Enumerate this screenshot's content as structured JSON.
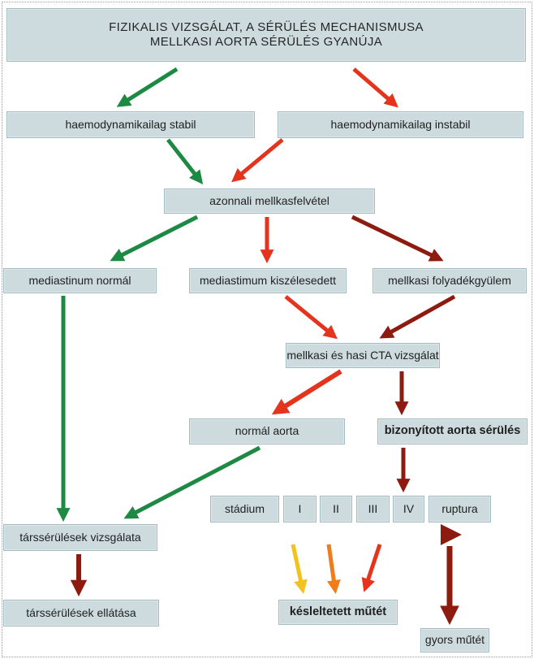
{
  "diagram": {
    "title": {
      "line1": "FIZIKALIS VIZSGÁLAT, A SÉRÜLÉS MECHANISMUSA",
      "line2": "MELLKASI AORTA SÉRÜLÉS GYANÚJA"
    },
    "nodes": {
      "stable": "haemodynamikailag stabil",
      "unstable": "haemodynamikailag instabil",
      "chest_xray": "azonnali mellkasfelvétel",
      "mediastinum_normal": "mediastinum normál",
      "mediastinum_widened": "mediastimum kiszélesedett",
      "chest_effusion": "mellkasi folyadékgyülem",
      "cta_exam": "mellkasi és hasi CTA vizsgálat",
      "normal_aorta": "normál aorta",
      "proven_aortic_injury": "bizonyított aorta sérülés",
      "associated_injuries_exam": "társsérülések vizsgálata",
      "associated_injuries_care": "társsérülések ellátása",
      "delayed_surgery": "késleltetett műtét",
      "rapid_surgery": "gyors műtét"
    },
    "stage_row": {
      "label": "stádium",
      "grades": [
        "I",
        "II",
        "III",
        "IV"
      ],
      "rupture": "ruptura"
    },
    "colors": {
      "green": "#1d8a44",
      "red": "#e5341e",
      "dark_red": "#8e1b10",
      "orange": "#ef7d1d",
      "yellow": "#f3c21d",
      "node_fill": "#cddbde",
      "node_border": "#a3bcc1"
    }
  }
}
